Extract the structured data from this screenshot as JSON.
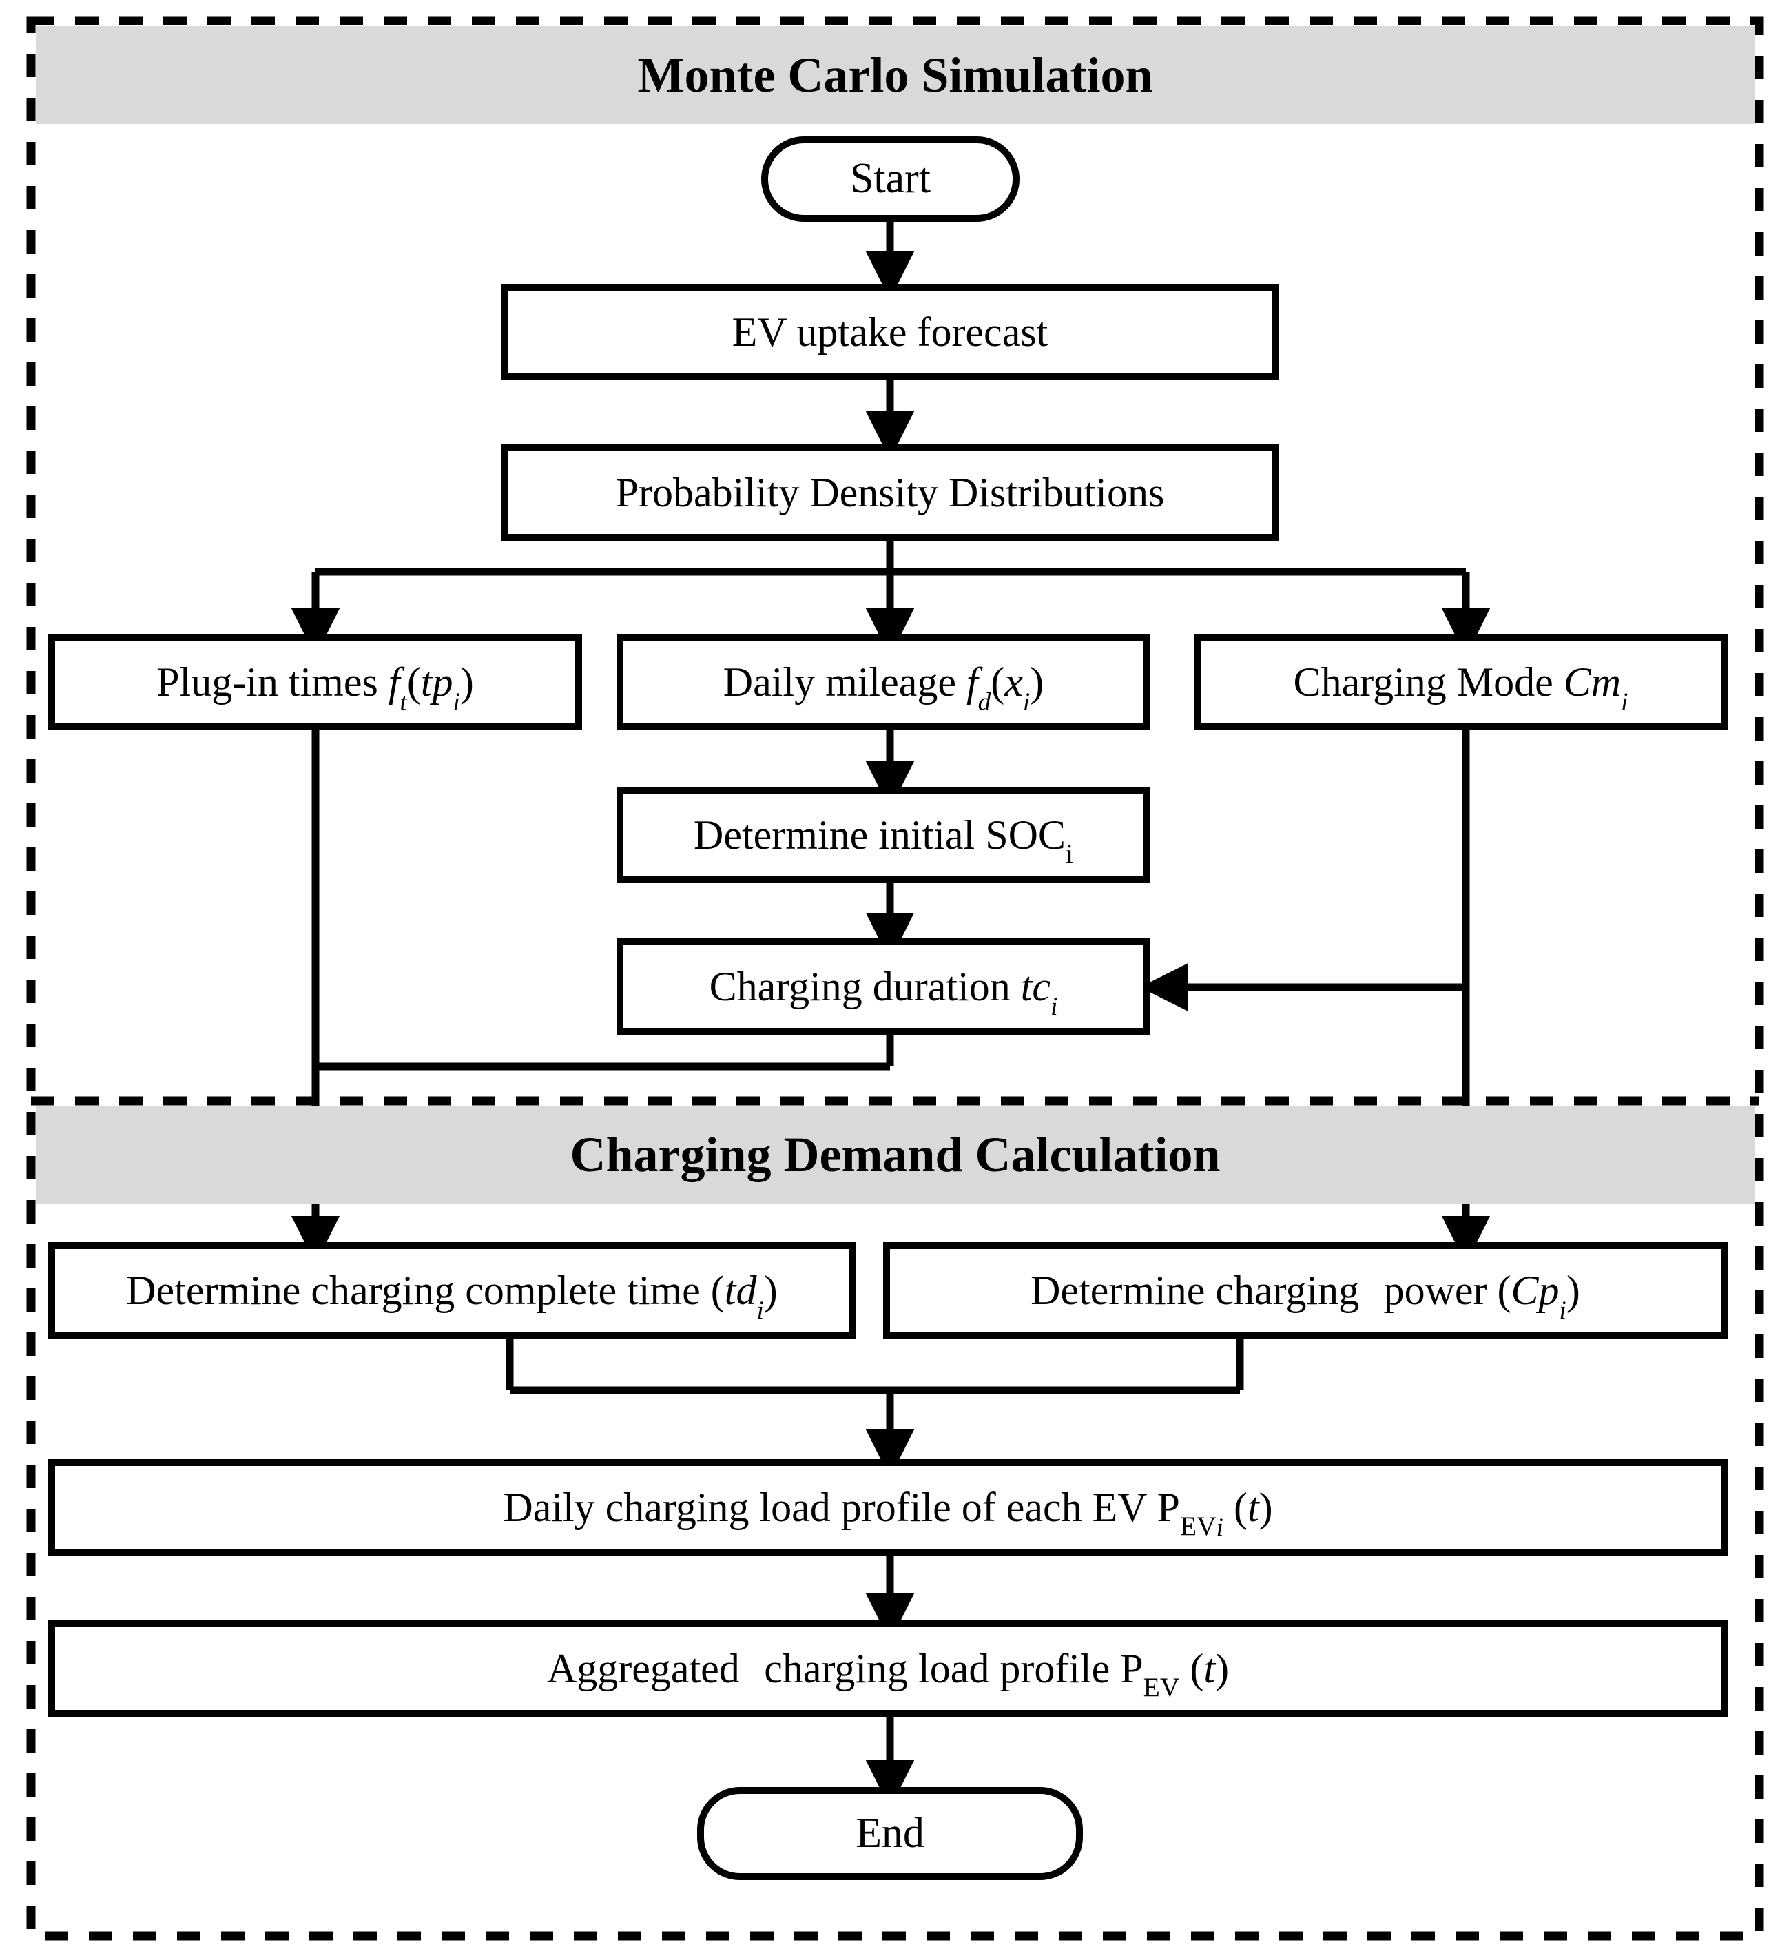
{
  "figure": {
    "type": "flowchart",
    "title": "EV charging load Monte Carlo simulation flowchart",
    "background": "#ffffff",
    "band_color": "#d9d9d9",
    "line_color": "#000000"
  },
  "sections": [
    {
      "id": "monte-carlo",
      "label": "Monte Carlo Simulation"
    },
    {
      "id": "charging-demand",
      "label": "Charging Demand Calculation"
    }
  ],
  "nodes": {
    "start": {
      "label": "Start",
      "shape": "pill"
    },
    "ev_uptake": {
      "label": "EV uptake forecast",
      "shape": "rect"
    },
    "pdf": {
      "label": "Probability Density Distributions",
      "shape": "rect"
    },
    "plug_in": {
      "label_plain": "Plug-in times ft(tpi)",
      "shape": "rect"
    },
    "mileage": {
      "label_plain": "Daily mileage fd(xi)",
      "shape": "rect"
    },
    "mode": {
      "label_plain": "Charging Mode Cmi",
      "shape": "rect"
    },
    "soc": {
      "label_plain": "Determine initial SOCi",
      "shape": "rect"
    },
    "duration": {
      "label_plain": "Charging duration tci",
      "shape": "rect"
    },
    "complete_time": {
      "label_plain": "Determine charging complete time (tdi)",
      "shape": "rect"
    },
    "power": {
      "label_plain": "Determine charging  power (Cpi)",
      "shape": "rect"
    },
    "daily_profile": {
      "label_plain": "Daily charging load profile of each EV PEVi (t)",
      "shape": "rect"
    },
    "aggregated_profile": {
      "label_plain": "Aggregated  charging load profile PEV (t)",
      "shape": "rect"
    },
    "end": {
      "label": "End",
      "shape": "pill"
    }
  },
  "edges": [
    {
      "from": "start",
      "to": "ev_uptake"
    },
    {
      "from": "ev_uptake",
      "to": "pdf"
    },
    {
      "from": "pdf",
      "to": "plug_in"
    },
    {
      "from": "pdf",
      "to": "mileage"
    },
    {
      "from": "pdf",
      "to": "mode"
    },
    {
      "from": "mileage",
      "to": "soc"
    },
    {
      "from": "soc",
      "to": "duration"
    },
    {
      "from": "mode",
      "to": "duration"
    },
    {
      "from": "duration",
      "to": "complete_time"
    },
    {
      "from": "plug_in",
      "to": "complete_time"
    },
    {
      "from": "mode",
      "to": "power"
    },
    {
      "from": "complete_time",
      "to": "daily_profile"
    },
    {
      "from": "power",
      "to": "daily_profile"
    },
    {
      "from": "daily_profile",
      "to": "aggregated_profile"
    },
    {
      "from": "aggregated_profile",
      "to": "end"
    }
  ]
}
